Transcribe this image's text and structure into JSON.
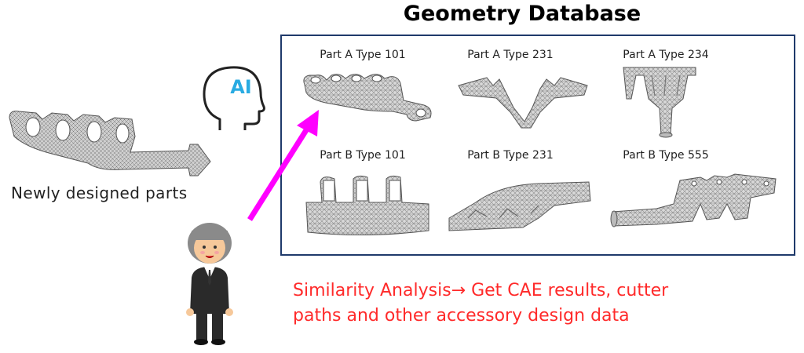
{
  "database": {
    "title": "Geometry Database",
    "parts": [
      {
        "label": "Part A Type 101"
      },
      {
        "label": "Part A Type 231"
      },
      {
        "label": "Part A Type 234"
      },
      {
        "label": "Part B Type 101"
      },
      {
        "label": "Part B Type 231"
      },
      {
        "label": "Part B Type 555"
      }
    ]
  },
  "new_part": {
    "label": "Newly designed parts"
  },
  "ai_badge": {
    "text": "AI"
  },
  "result": {
    "line1": "Similarity Analysis→ Get CAE results, cutter",
    "line2": "paths and other accessory design data"
  },
  "colors": {
    "frame": "#1f3a6b",
    "arrow": "#ff00ff",
    "ai": "#29abe2",
    "result_text": "#ff2a2a",
    "mesh": "#9a9a9a"
  }
}
